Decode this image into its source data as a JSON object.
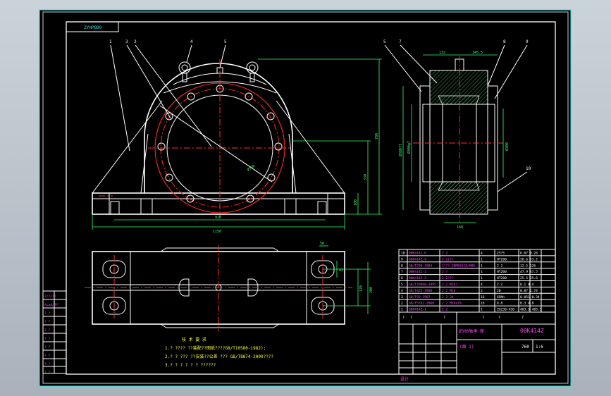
{
  "drawing_code_box": "ZYHP800",
  "balloons": [
    "1",
    "3",
    "2",
    "4",
    "5",
    "5",
    "7",
    "8",
    "9",
    "10"
  ],
  "front_dims": {
    "d1": "Ø750",
    "w1": "910",
    "w2": "1150",
    "h1": "100",
    "h2": "330",
    "h3": "700"
  },
  "side_dims": {
    "t1": "132",
    "t2": "145.5",
    "d1": "Ø380f7",
    "d2": "Ø300g7",
    "d3": "Ø300",
    "b1": "160"
  },
  "plan_dims": {
    "a1": "56",
    "a2": "42",
    "b1": "170",
    "b2": "200"
  },
  "parts_rows": [
    [
      "10",
      "00K414Z-6",
      "2 2",
      "4",
      "25?5",
      "0.07 0.28"
    ],
    [
      "9",
      "00K414Z-9",
      "2 2(?)",
      "1",
      "HT200",
      "26.6 53.2"
    ],
    [
      "8",
      "GB/T298-1984",
      "2??? ZQM85G28/HB5",
      "1",
      "2 2",
      "12.5 126"
    ],
    [
      "7",
      "00K414Z-3",
      "2 ?",
      "1",
      "HT200",
      "47.9 47.5"
    ],
    [
      "6",
      "00K414Z-2",
      "2 2???",
      "1",
      "HT200",
      "25.5 25.6"
    ],
    [
      "5",
      "GB/T79960-1995",
      "2 2 M24?",
      "4",
      "2 2",
      "0.1 0.4"
    ],
    [
      "4",
      "GB/T825-1988",
      "2 2 M24",
      "2",
      "20",
      "0.87 1.74"
    ],
    [
      "3",
      "GB/T93-1987",
      "2 2 24",
      "16",
      "65Mn",
      "0.051 0.34"
    ],
    [
      "2",
      "GB/T5782-2000",
      "2 2 M24x70",
      "16",
      "8.8",
      "0.3 4.8"
    ],
    [
      "1",
      "00K414Z-1",
      "2 2",
      "1",
      "ZG230-450",
      "483.5 483.5"
    ]
  ],
  "parts_header": [
    "?",
    "?",
    "?",
    "?",
    "?",
    "?"
  ],
  "title_block": {
    "part_name": "Ø300轴承 座",
    "drawing_no": "00K414Z",
    "sub": "(图 1)",
    "scale": "1:6",
    "weight": "760",
    "designer": "设计"
  },
  "revision_labels": [
    "?/?/??",
    "Acad/B?",
    "? ?",
    "? ?",
    "? ?",
    "? ?",
    "? ?",
    "? ?",
    "? ?",
    "? ?"
  ],
  "notes": {
    "heading": "技 术 要 求",
    "lines": [
      "1.? ???? ??装配??图纸????GB/T10580-1982);",
      "2.? ? ??? ??安装??公差 ??? GB/T8874-2000????",
      "3.? ? ? ? ? ? ??????"
    ]
  }
}
